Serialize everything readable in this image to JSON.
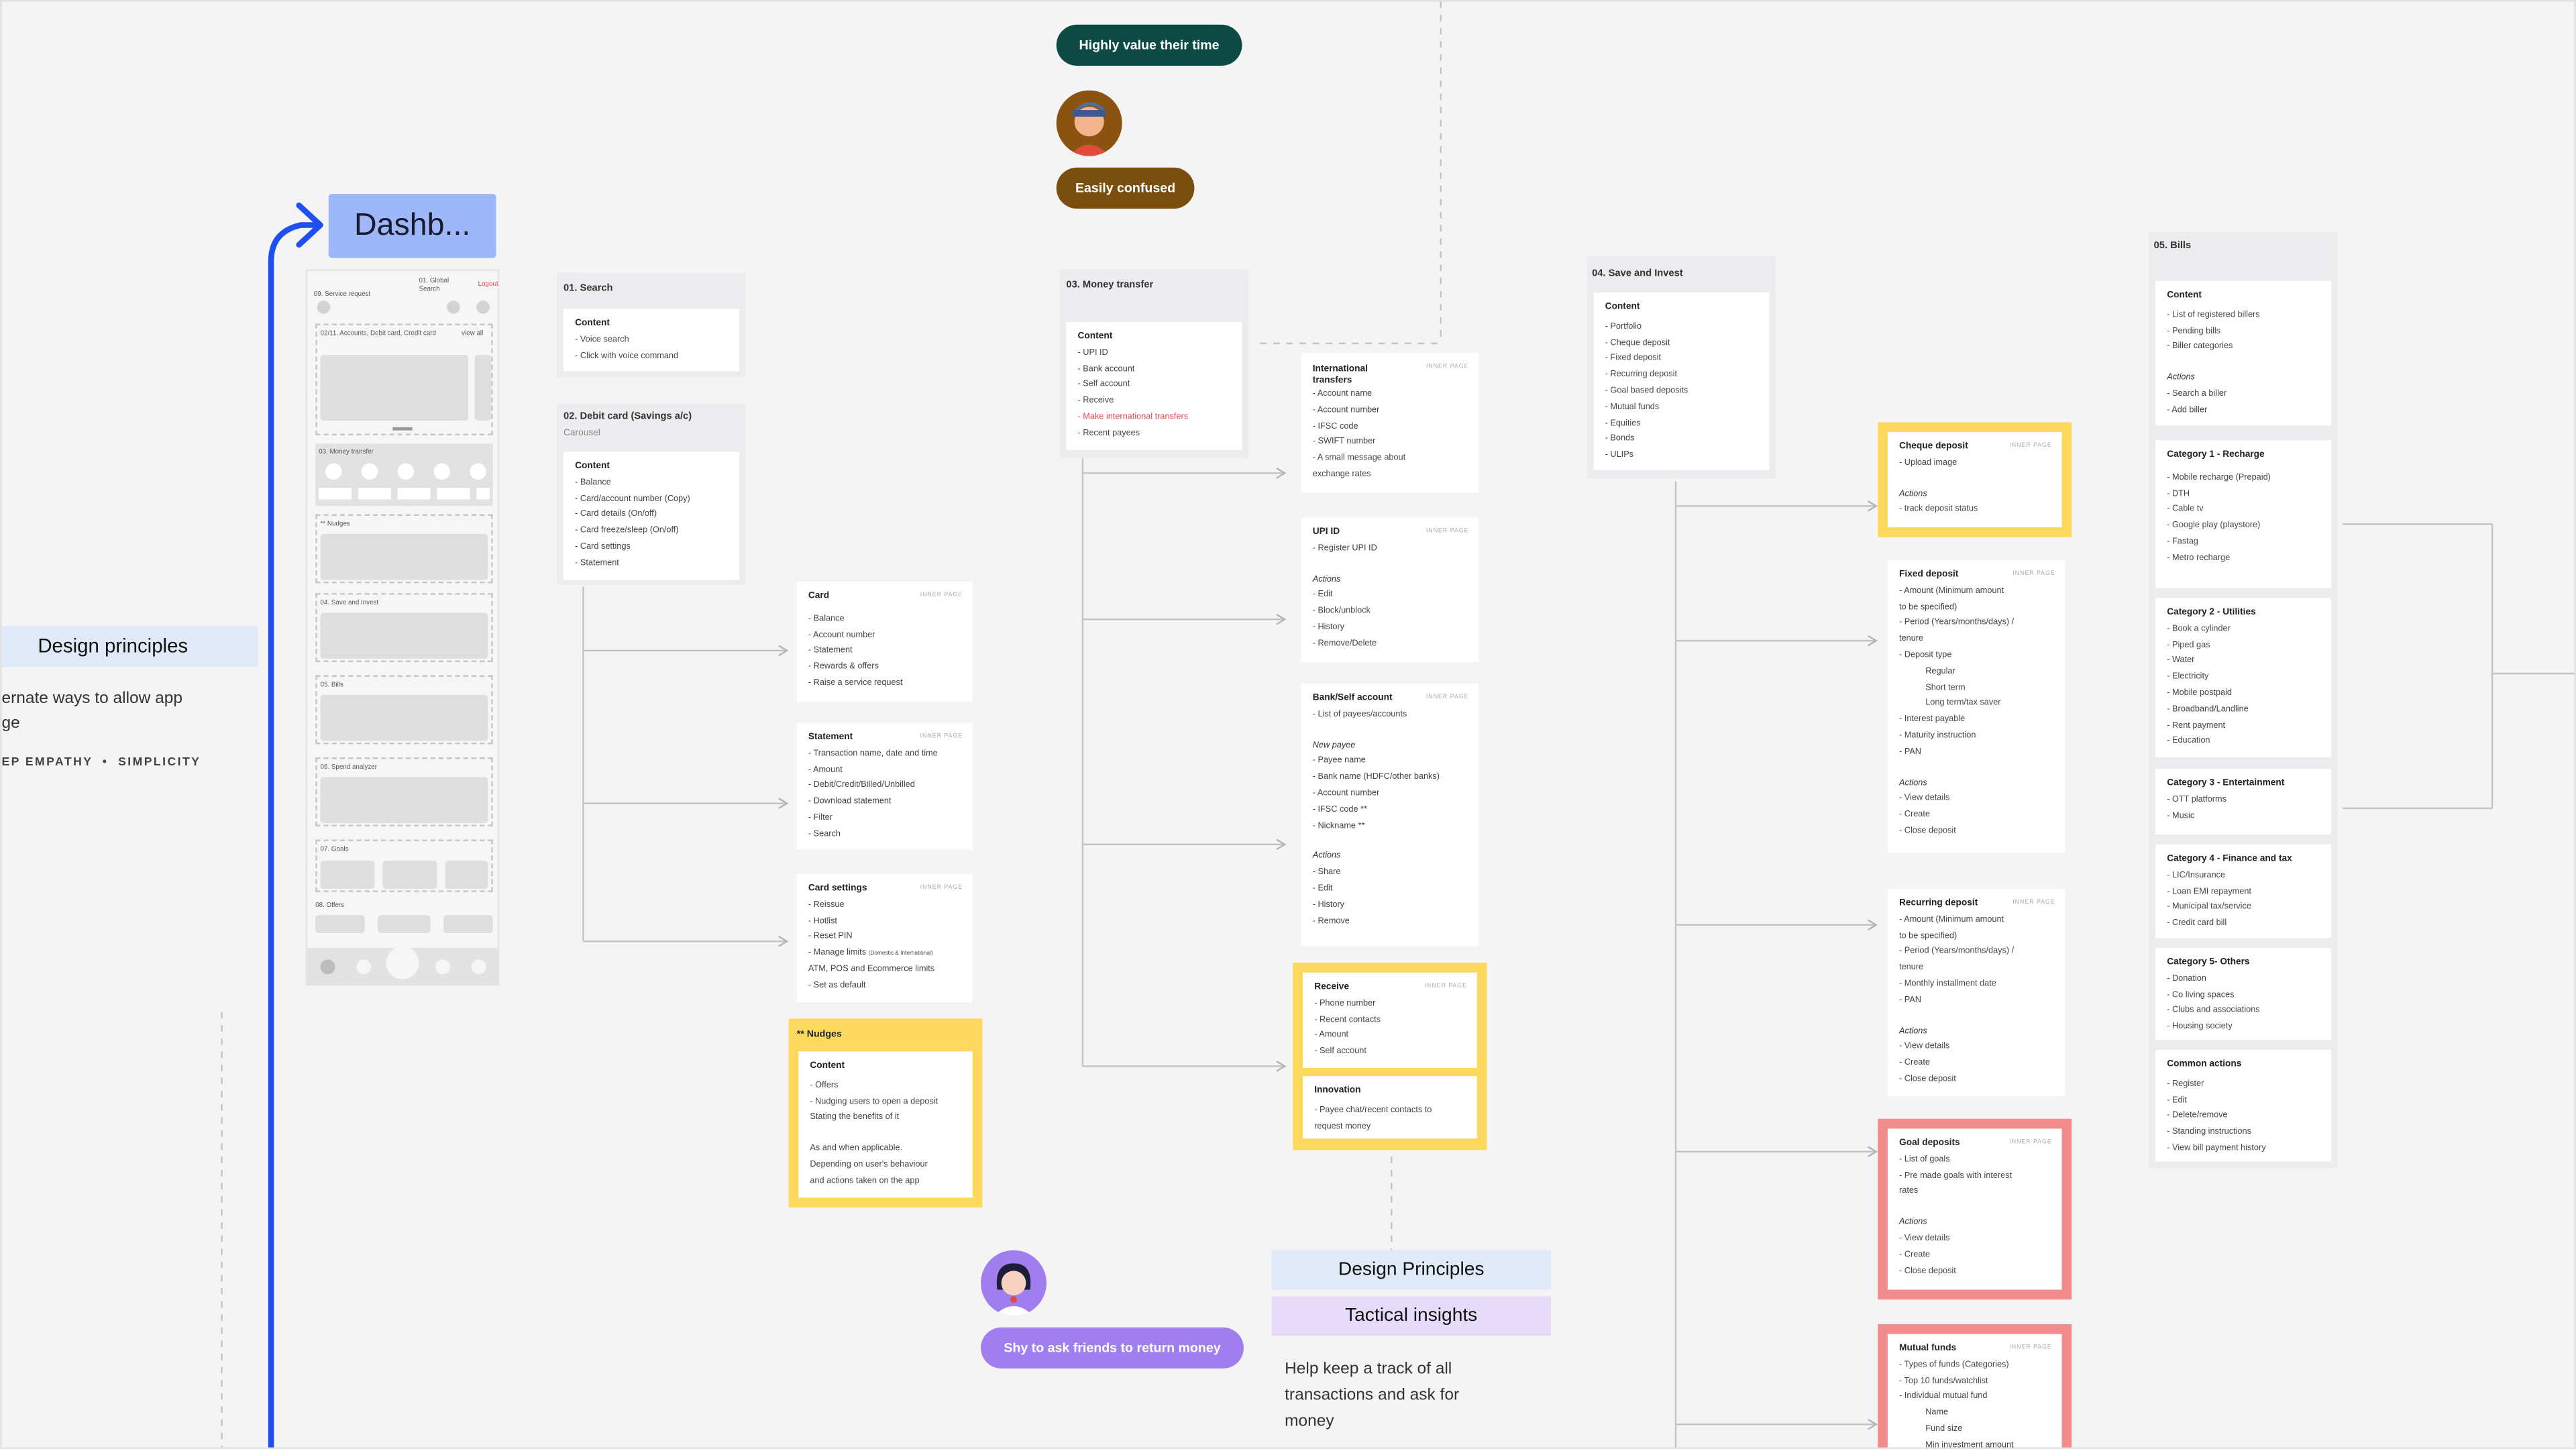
{
  "personas": {
    "top_pill": "Highly value their time",
    "confused_pill": "Easily confused",
    "shy_pill": "Shy to ask friends to return money"
  },
  "design_principles_left": {
    "heading": "Design principles",
    "body_line1": "ernate ways to allow app",
    "body_line2": "ge",
    "tags": "EP EMPATHY  •  SIMPLICITY"
  },
  "dashboard": {
    "title": "Dashb...",
    "service_request": "09. Service request",
    "global_search": "01. Global Search",
    "logout": "Logout",
    "accounts_label": "02/11. Accounts, Debit card, Credit card",
    "view_all": "view all",
    "money_transfer": "03. Money transfer",
    "nudges": "** Nudges",
    "save_invest": "04. Save and Invest",
    "bills": "05. Bills",
    "spend_analyzer": "06. Spend analyzer",
    "goals": "07. Goals",
    "offers": "08. Offers"
  },
  "sections": {
    "search": {
      "title": "01. Search",
      "content_label": "Content",
      "items": [
        "- Voice search",
        "- Click with voice command"
      ]
    },
    "debit": {
      "title": "02. Debit card (Savings a/c)",
      "subtitle": "Carousel",
      "content_label": "Content",
      "items": [
        "- Balance",
        "- Card/account number (Copy)",
        "- Card details (On/off)",
        "- Card freeze/sleep (On/off)",
        "- Card settings",
        "- Statement"
      ]
    },
    "money": {
      "title": "03. Money transfer",
      "content_label": "Content",
      "items": [
        "- UPI ID",
        "- Bank account",
        "- Self account",
        "- Receive"
      ],
      "red_item": "- Make international transfers",
      "last_item": "- Recent payees"
    },
    "save": {
      "title": "04. Save and Invest",
      "content_label": "Content",
      "items": [
        "- Portfolio",
        "- Cheque deposit",
        "- Fixed deposit",
        "- Recurring deposit",
        "- Goal based deposits",
        "- Mutual funds",
        "- Equities",
        "- Bonds",
        "- ULIPs"
      ]
    },
    "bills": {
      "title": "05. Bills",
      "content_label": "Content",
      "items": [
        "- List of registered billers",
        "- Pending bills",
        "- Biller categories"
      ],
      "actions_label": "Actions",
      "actions": [
        "- Search a biller",
        "- Add biller"
      ]
    }
  },
  "inner_tag": "INNER PAGE",
  "debit_children": {
    "card": {
      "title": "Card",
      "items": [
        "- Balance",
        "- Account number",
        "- Statement",
        "- Rewards & offers",
        "- Raise a service request"
      ]
    },
    "statement": {
      "title": "Statement",
      "items": [
        "- Transaction name, date and time",
        "- Amount",
        "- Debit/Credit/Billed/Unbilled",
        "- Download statement",
        "- Filter",
        "- Search"
      ]
    },
    "card_settings": {
      "title": "Card settings",
      "items": [
        "- Reissue",
        "- Hotlist",
        "- Reset PIN"
      ],
      "limits": "- Manage limits",
      "limits_small": "(Domestic & International)",
      "items2": [
        "ATM, POS and Ecommerce limits",
        "- Set as default"
      ]
    },
    "nudges": {
      "header": "** Nudges",
      "content_label": "Content",
      "items": [
        "- Offers",
        "- Nudging users to open a deposit",
        "Stating the benefits of it"
      ],
      "items2": [
        "As and when applicable.",
        "Depending on user's behaviour",
        "and actions taken on the app"
      ]
    }
  },
  "money_children": {
    "international": {
      "title_line1": "International",
      "title_line2": "transfers",
      "items": [
        "- Account name",
        "- Account number",
        "- IFSC code",
        "- SWIFT number",
        "- A small message about",
        "exchange rates"
      ]
    },
    "upi": {
      "title": "UPI ID",
      "items": [
        "- Register UPI ID"
      ],
      "actions_label": "Actions",
      "actions": [
        "- Edit",
        "- Block/unblock",
        "- History",
        "- Remove/Delete"
      ]
    },
    "bank": {
      "title": "Bank/Self account",
      "items": [
        "- List of payees/accounts"
      ],
      "new_payee": "New payee",
      "new_items": [
        "- Payee name",
        "- Bank name (HDFC/other banks)",
        "- Account number",
        "- IFSC code **",
        "- Nickname **"
      ],
      "actions_label": "Actions",
      "actions": [
        "- Share",
        "- Edit",
        "- History",
        "- Remove"
      ]
    },
    "receive": {
      "title": "Receive",
      "items": [
        "- Phone number",
        "- Recent contacts",
        "- Amount",
        "- Self account"
      ]
    },
    "innovation": {
      "title": "Innovation",
      "items": [
        "- Payee chat/recent contacts to",
        "request money"
      ]
    }
  },
  "save_children": {
    "cheque": {
      "title": "Cheque deposit",
      "items": [
        "- Upload image"
      ],
      "actions_label": "Actions",
      "actions": [
        "- track deposit status"
      ]
    },
    "fixed": {
      "title": "Fixed deposit",
      "items": [
        "- Amount (Minimum amount",
        "to be specified)",
        "- Period (Years/months/days) /",
        "tenure",
        "- Deposit type"
      ],
      "sub": [
        "Regular",
        "Short term",
        "Long term/tax saver"
      ],
      "items2": [
        "- Interest payable",
        "- Maturity instruction",
        "- PAN"
      ],
      "actions_label": "Actions",
      "actions": [
        "- View details",
        "- Create",
        "- Close deposit"
      ]
    },
    "recurring": {
      "title": "Recurring deposit",
      "items": [
        "- Amount (Minimum amount",
        "to be specified)",
        "- Period (Years/months/days) /",
        "tenure",
        "- Monthly installment date",
        "- PAN"
      ],
      "actions_label": "Actions",
      "actions": [
        "- View details",
        "- Create",
        "- Close deposit"
      ]
    },
    "goal": {
      "title": "Goal deposits",
      "items": [
        "- List of goals",
        "- Pre made goals with interest",
        "rates"
      ],
      "actions_label": "Actions",
      "actions": [
        "- View details",
        "- Create",
        "- Close deposit"
      ]
    },
    "mutual": {
      "title": "Mutual funds",
      "items": [
        "- Types of funds (Categories)",
        "- Top 10 funds/watchlist",
        "- Individual mutual fund"
      ],
      "sub": [
        "Name",
        "Fund size",
        "Min investment amount"
      ]
    }
  },
  "bill_categories": [
    {
      "title": "Category 1 - Recharge",
      "items": [
        "- Mobile recharge (Prepaid)",
        "- DTH",
        "- Cable tv",
        "- Google play (playstore)",
        "- Fastag",
        "- Metro recharge"
      ]
    },
    {
      "title": "Category 2 - Utilities",
      "items": [
        "- Book a cylinder",
        "- Piped gas",
        "- Water",
        "- Electricity",
        "- Mobile postpaid",
        "- Broadband/Landline",
        "- Rent payment",
        "- Education"
      ]
    },
    {
      "title": "Category 3 - Entertainment",
      "items": [
        "- OTT platforms",
        "- Music"
      ]
    },
    {
      "title": "Category 4 - Finance and tax",
      "items": [
        "- LIC/Insurance",
        "- Loan EMI repayment",
        "- Municipal tax/service",
        "- Credit card bill"
      ]
    },
    {
      "title": "Category 5- Others",
      "items": [
        "- Donation",
        "- Co living spaces",
        "- Clubs and associations",
        "- Housing society"
      ]
    },
    {
      "title": "Common actions",
      "items": [
        "- Register",
        "- Edit",
        "- Delete/remove",
        "- Standing instructions",
        "- View bill payment history"
      ]
    }
  ],
  "bottom_labels": {
    "design_principles": "Design Principles",
    "tactical": "Tactical insights",
    "help_line1": "Help keep a track of all",
    "help_line2": "transactions and ask for",
    "help_line3": "money"
  },
  "colors": {
    "green_pill": "#0d4a43",
    "brown_pill": "#7a4e0d",
    "purple_pill": "#a07ef0",
    "title_blue": "#9db7f9",
    "highlight_yellow": "#fcd95c",
    "highlight_red": "#f28c8c",
    "flow_blue": "#1f4ef2"
  }
}
